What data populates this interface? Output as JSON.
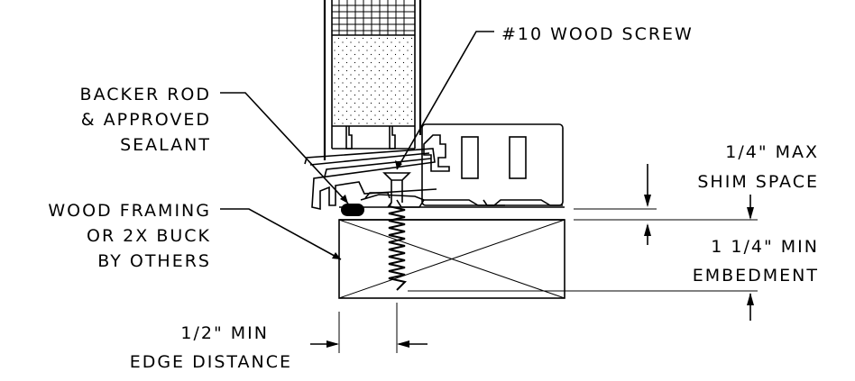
{
  "labels": {
    "screw": "#10 WOOD SCREW",
    "backer_1": "BACKER ROD",
    "backer_2": "& APPROVED",
    "backer_3": "SEALANT",
    "wood_1": "WOOD FRAMING",
    "wood_2": "OR 2X BUCK",
    "wood_3": "BY OTHERS",
    "shim_1": "1/4\" MAX",
    "shim_2": "SHIM SPACE",
    "embed_1": "1 1/4\" MIN",
    "embed_2": "EMBEDMENT",
    "edge_1": "1/2\" MIN",
    "edge_2": "EDGE DISTANCE"
  }
}
